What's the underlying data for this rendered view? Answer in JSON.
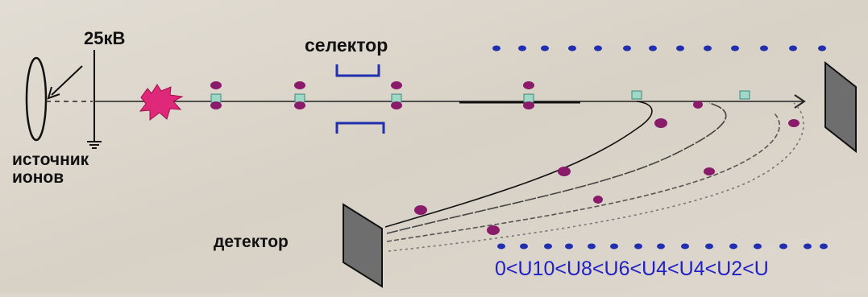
{
  "labels": {
    "voltage": "25кВ",
    "selector": "селектор",
    "source_line1": "источник",
    "source_line2": "ионов",
    "detector": "детектор",
    "sequence": "0<U10<U8<U6<U4<U4<U2<U"
  },
  "colors": {
    "background": "#dcd6cd",
    "ion_purple": "#8a1a6a",
    "ion_teal": "#9fd8c6",
    "electrode_blue": "#1f2fb0",
    "sequence_text": "#2020c8",
    "flash": "#e0287a",
    "detector_face": "#6e6e6e"
  },
  "icons": [
    "ion-source-ellipse-icon",
    "ground-icon",
    "ionization-flash-icon",
    "detector-plate-icon"
  ]
}
